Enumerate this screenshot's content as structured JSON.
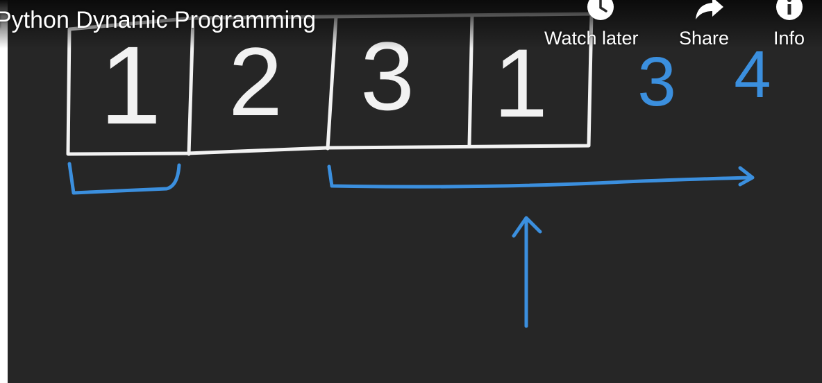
{
  "video": {
    "title": "Python Dynamic Programming"
  },
  "overlay_actions": [
    {
      "id": "watch_later",
      "label": "Watch later",
      "icon": "clock-icon"
    },
    {
      "id": "share",
      "label": "Share",
      "icon": "share-arrow-icon"
    },
    {
      "id": "info",
      "label": "Info",
      "icon": "info-icon"
    }
  ],
  "whiteboard": {
    "array_cells": [
      "1",
      "2",
      "3",
      "1"
    ],
    "extra_digits": [
      "3",
      "4"
    ],
    "colors": {
      "background": "#262626",
      "chalk": "#ffffff",
      "marker": "#3b8fde"
    }
  }
}
